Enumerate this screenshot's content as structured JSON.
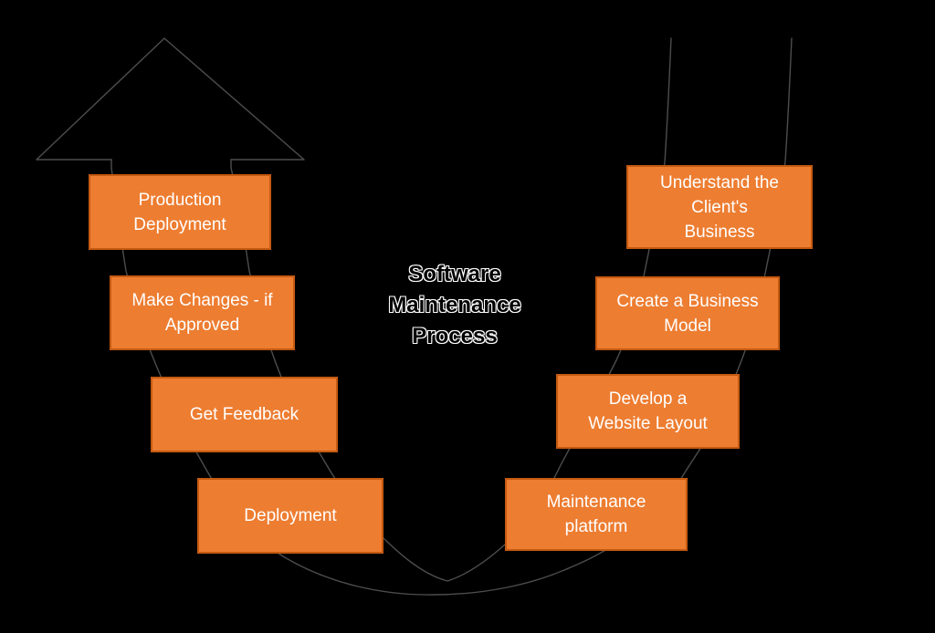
{
  "colors": {
    "background": "#000000",
    "box_fill": "#ED7D31",
    "box_border": "#C55A11",
    "box_text": "#FFFFFF",
    "arrow_line": "#4D4D4D",
    "title_text": "#000000",
    "title_outline": "#FFFFFF"
  },
  "title": {
    "label": [
      "Software",
      "Maintenance",
      "Process"
    ]
  },
  "steps": {
    "left": [
      {
        "label": [
          "Production",
          "Deployment"
        ]
      },
      {
        "label": [
          "Make Changes - if",
          "Approved"
        ]
      },
      {
        "label": [
          "Get Feedback"
        ]
      },
      {
        "label": [
          "Deployment"
        ]
      }
    ],
    "right": [
      {
        "label": [
          "Understand the",
          "Client's",
          "Business"
        ]
      },
      {
        "label": [
          "Create a Business",
          "Model"
        ]
      },
      {
        "label": [
          "Develop a",
          "Website Layout"
        ]
      },
      {
        "label": [
          "Maintenance",
          "platform"
        ]
      }
    ]
  }
}
